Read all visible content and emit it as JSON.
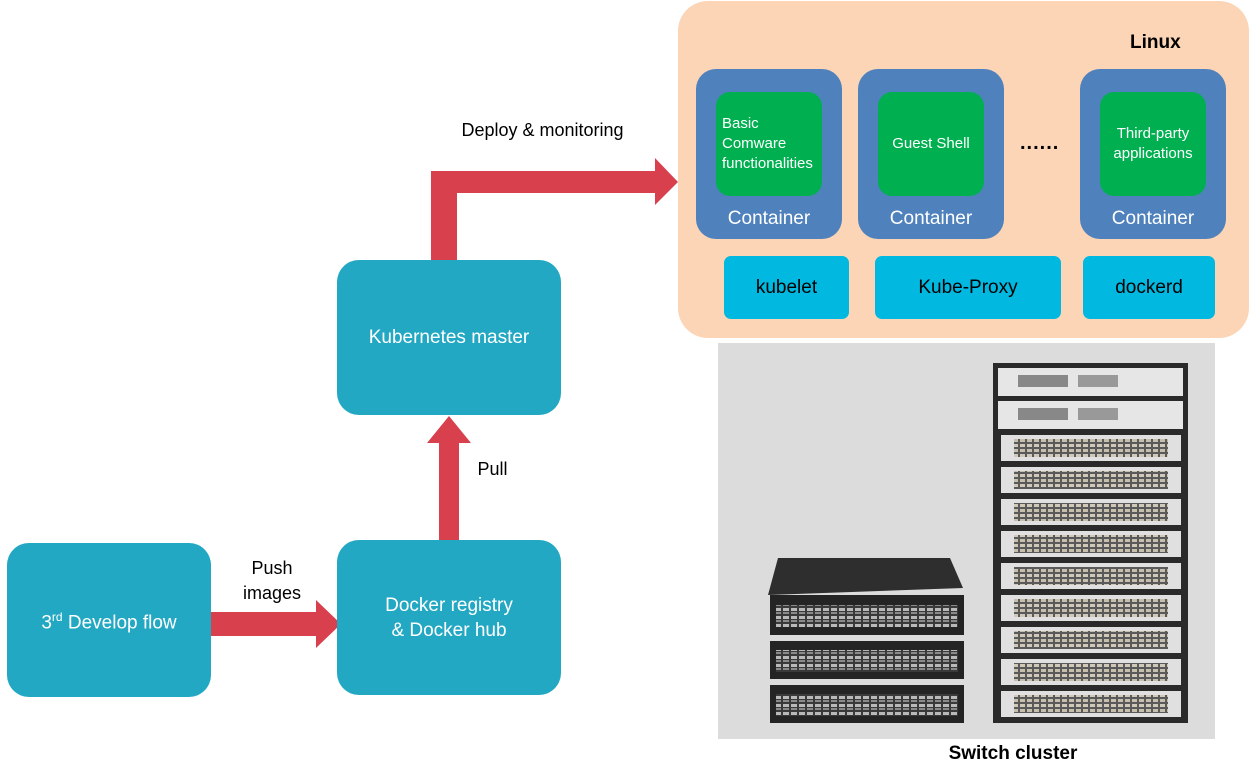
{
  "colors": {
    "teal_box": "#23a8c3",
    "arrow_red": "#d9404e",
    "linux_panel": "#fbd5b5",
    "container_blue": "#4f81bd",
    "app_green": "#00b050",
    "agent_cyan": "#00b8e0",
    "photo_bg": "#dcdcdc"
  },
  "develop_flow": {
    "prefix": "3",
    "superscript": "rd",
    "suffix": " Develop flow"
  },
  "docker_registry": {
    "line1": "Docker registry",
    "line2": "& Docker hub"
  },
  "kubernetes_master": {
    "label": "Kubernetes master"
  },
  "arrows": {
    "push": {
      "line1": "Push",
      "line2": "images"
    },
    "pull": "Pull",
    "deploy": "Deploy & monitoring"
  },
  "linux": {
    "title": "Linux",
    "containers": [
      {
        "app_lines": [
          "Basic",
          "Comware",
          "functionalities"
        ],
        "label": "Container"
      },
      {
        "app_lines": [
          "Guest Shell"
        ],
        "label": "Container"
      },
      {
        "app_lines": [
          "Third-party",
          "applications"
        ],
        "label": "Container"
      }
    ],
    "ellipsis": "......",
    "agents": [
      "kubelet",
      "Kube-Proxy",
      "dockerd"
    ]
  },
  "switch_cluster": {
    "caption": "Switch cluster"
  }
}
